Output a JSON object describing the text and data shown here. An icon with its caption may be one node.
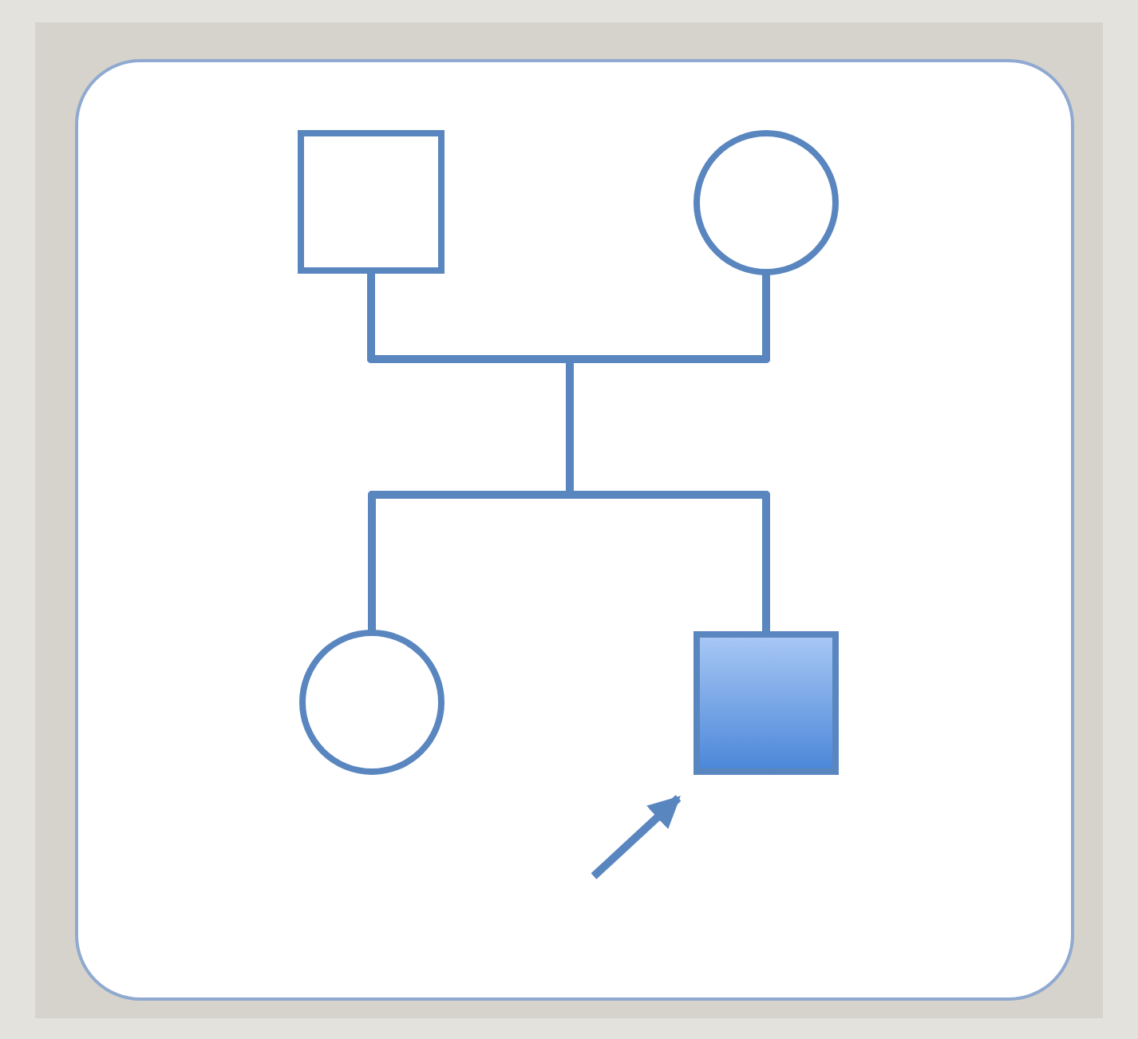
{
  "diagram": {
    "nodes": [
      {
        "text": [],
        "shape": "box"
      },
      {
        "text": [],
        "shape": "circle"
      },
      {
        "text": [],
        "shape": "circle"
      },
      {
        "text": [],
        "shape": "box"
      }
    ],
    "edges": [
      {
        "from": 0,
        "to": 1,
        "arrow": "none"
      },
      {
        "from": 0,
        "to": 2,
        "arrow": "none"
      },
      {
        "from": 0,
        "to": 3,
        "arrow": "none"
      },
      {
        "from": 1,
        "to": 2,
        "arrow": "none"
      },
      {
        "from": 1,
        "to": 3,
        "arrow": "none"
      },
      {
        "from": null,
        "to": 3,
        "arrow": "to"
      }
    ]
  }
}
